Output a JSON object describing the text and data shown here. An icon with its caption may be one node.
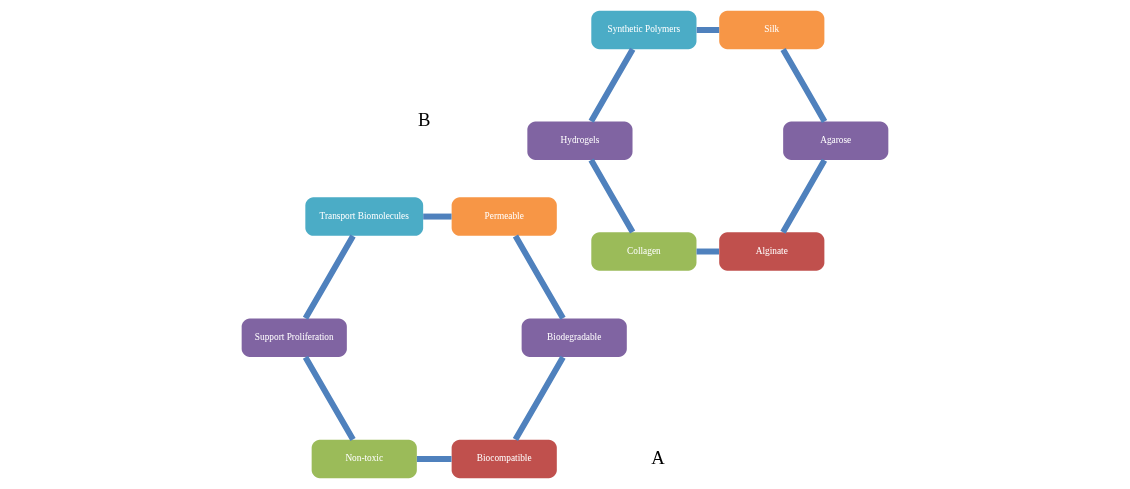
{
  "diagram": {
    "nodes": [
      {
        "text": [
          "Biocompatible"
        ]
      },
      {
        "text": [
          "Non-toxic"
        ]
      },
      {
        "text": [
          "Support Proliferation"
        ]
      },
      {
        "text": [
          "Transport Biomolecules"
        ]
      },
      {
        "text": [
          "Permeable"
        ]
      },
      {
        "text": [
          "Biodegradable"
        ]
      },
      {
        "text": [
          "Alginate"
        ]
      },
      {
        "text": [
          "Collagen"
        ]
      },
      {
        "text": [
          "Hydrogels"
        ]
      },
      {
        "text": [
          "Synthetic Polymers"
        ]
      },
      {
        "text": [
          "Silk"
        ]
      },
      {
        "text": [
          "Agarose"
        ]
      }
    ],
    "edges": [
      {
        "from": 0,
        "to": 1,
        "arrow": "none"
      },
      {
        "from": 1,
        "to": 2,
        "arrow": "none"
      },
      {
        "from": 2,
        "to": 3,
        "arrow": "none"
      },
      {
        "from": 3,
        "to": 4,
        "arrow": "none"
      },
      {
        "from": 4,
        "to": 5,
        "arrow": "none"
      },
      {
        "from": 5,
        "to": 0,
        "arrow": "none"
      },
      {
        "from": 6,
        "to": 7,
        "arrow": "none"
      },
      {
        "from": 7,
        "to": 8,
        "arrow": "none"
      },
      {
        "from": 8,
        "to": 9,
        "arrow": "none"
      },
      {
        "from": 9,
        "to": 10,
        "arrow": "none"
      },
      {
        "from": 10,
        "to": 11,
        "arrow": "none"
      },
      {
        "from": 11,
        "to": 6,
        "arrow": "none"
      }
    ],
    "labels": [
      "A",
      "B"
    ]
  }
}
